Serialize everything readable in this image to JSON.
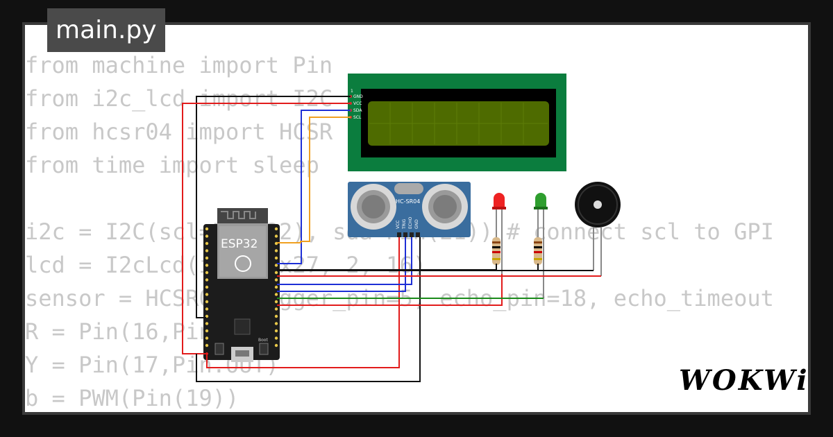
{
  "file_tab": {
    "label": "main.py"
  },
  "code_lines": [
    "from machine import Pin",
    "from i2c_lcd import I2C",
    "from hcsr04 import HCSR",
    "from time import sleep",
    "",
    "i2c = I2C(scl=Pin(22), sda=Pin(21)) # connect scl to GPI",
    "lcd = I2cLcd(i2c, 0x27, 2, 16)",
    "sensor = HCSR04(trigger_pin=5, echo_pin=18, echo_timeout",
    "R = Pin(16,Pin.OUT)",
    "Y = Pin(17,Pin.OUT)",
    "b = PWM(Pin(19))"
  ],
  "esp32": {
    "label": "ESP32",
    "boot_label": "Boot"
  },
  "lcd_display": {
    "pins": [
      "GND",
      "VCC",
      "SDA",
      "SCL"
    ],
    "pin_one": "1"
  },
  "ultrasonic": {
    "label": "HC-SR04",
    "pins": [
      "VCC",
      "TRIG",
      "ECHO",
      "GND"
    ]
  },
  "leds": [
    {
      "color": "red"
    },
    {
      "color": "green"
    }
  ],
  "brand": {
    "logo": "WOKWi"
  },
  "colors": {
    "background": "#111111",
    "lcd_board": "#0b7d3e",
    "lcd_screen": "#4e6b00",
    "sensor_board": "#3a6d9e",
    "wire_red": "#e21b1b",
    "wire_black": "#111111",
    "wire_blue": "#1d2fd6",
    "wire_orange": "#f0a020",
    "wire_green": "#1a8a1a"
  }
}
